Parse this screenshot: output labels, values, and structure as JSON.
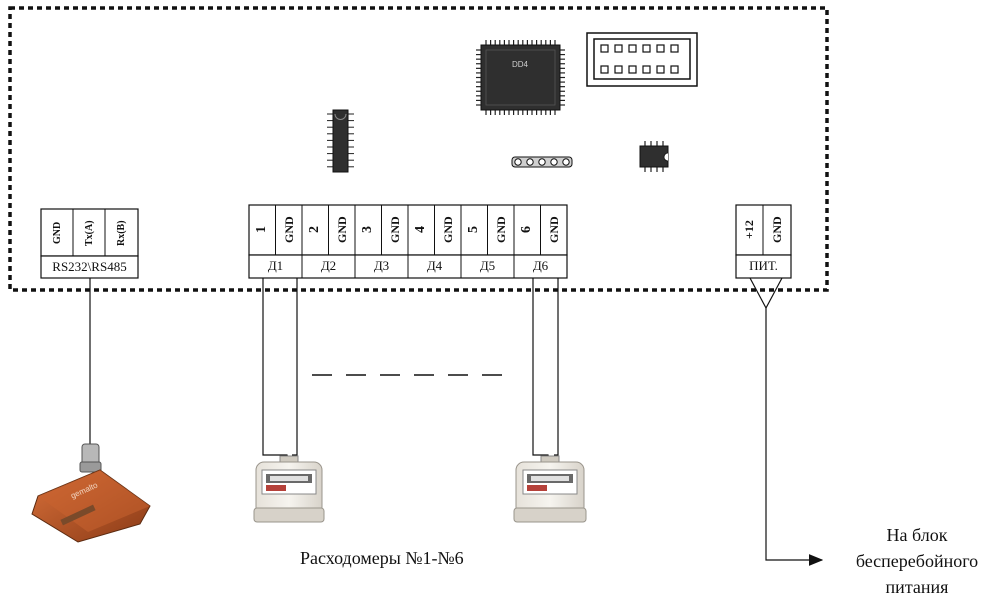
{
  "chip_label": "DD4",
  "serial_block": {
    "pins": [
      "GND",
      "Tx(A)",
      "Rx(B)"
    ],
    "caption": "RS232\\RS485"
  },
  "sensor_block": {
    "pins": [
      "1",
      "GND",
      "2",
      "GND",
      "3",
      "GND",
      "4",
      "GND",
      "5",
      "GND",
      "6",
      "GND"
    ],
    "captions": [
      "Д1",
      "Д2",
      "Д3",
      "Д4",
      "Д5",
      "Д6"
    ]
  },
  "power_block": {
    "pins": [
      "+12",
      "GND"
    ],
    "caption": "ПИТ."
  },
  "meters_caption": "Расходомеры №1-№6",
  "ups_caption": [
    "На блок",
    "бесперебойного",
    "питания"
  ],
  "modem_brand": "gemalto"
}
